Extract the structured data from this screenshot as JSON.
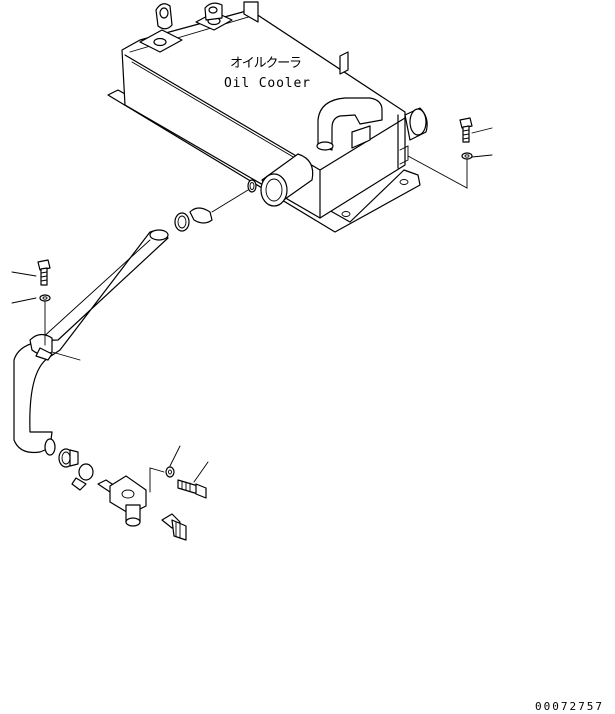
{
  "diagram": {
    "label_jp": "オイルクーラ",
    "label_en": "Oil Cooler",
    "drawing_number": "00072757"
  }
}
